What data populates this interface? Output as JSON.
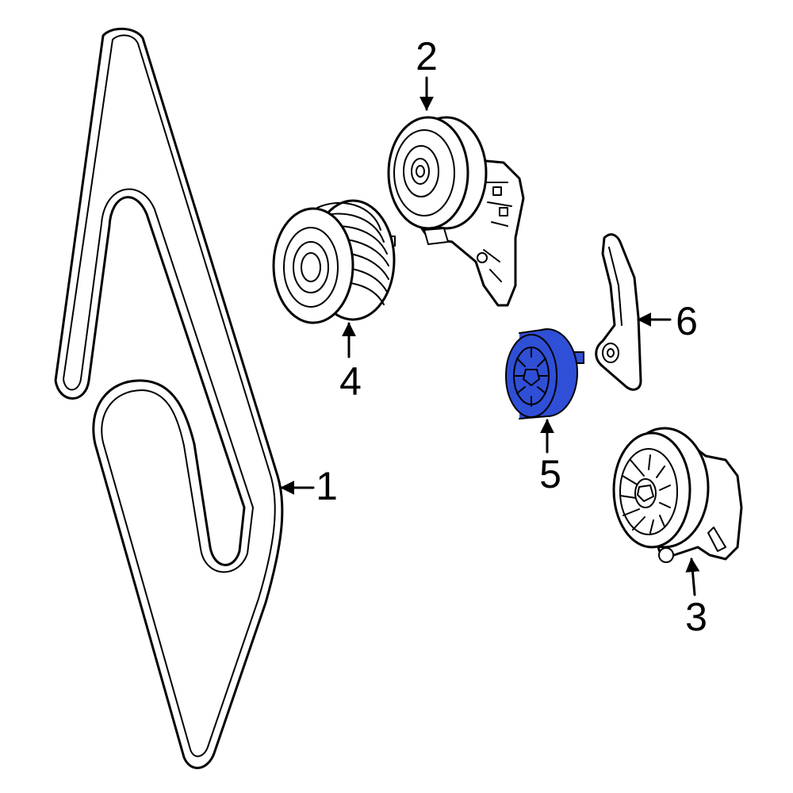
{
  "callouts": [
    {
      "id": "1",
      "label": "1"
    },
    {
      "id": "2",
      "label": "2"
    },
    {
      "id": "3",
      "label": "3"
    },
    {
      "id": "4",
      "label": "4"
    },
    {
      "id": "5",
      "label": "5"
    },
    {
      "id": "6",
      "label": "6"
    }
  ],
  "colors": {
    "line": "#000000",
    "background": "#ffffff",
    "highlight": "#2f4fd6"
  },
  "highlighted_part": "5"
}
